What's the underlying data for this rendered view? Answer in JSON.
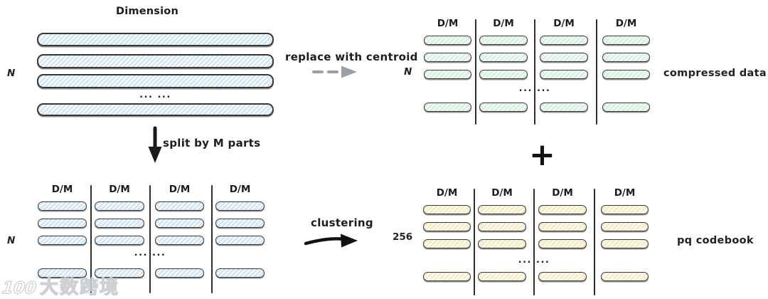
{
  "colors": {
    "ink": "#1c1c1c",
    "bar_outline": "#3a3733",
    "blue_bar_stripe": "#c3ddf1",
    "green_bar_stripe": "#cfecdb",
    "yellow_bar_stripe": "#f1e5ba",
    "gray_arrow": "#99a1a7"
  },
  "original": {
    "title": "Dimension",
    "row_label": "N",
    "ellipsis": "... ..."
  },
  "split_arrow": {
    "label": "split by M parts"
  },
  "subvectors": {
    "row_label": "N",
    "column_labels": [
      "D/M",
      "D/M",
      "D/M",
      "D/M"
    ],
    "ellipsis": "... ..."
  },
  "clustering_arrow": {
    "label": "clustering"
  },
  "replace_arrow": {
    "label": "replace with centroid"
  },
  "compressed": {
    "row_label": "N",
    "column_labels": [
      "D/M",
      "D/M",
      "D/M",
      "D/M"
    ],
    "ellipsis": "... ...",
    "caption": "compressed data"
  },
  "plus_sign": "+",
  "codebook": {
    "row_label": "256",
    "column_labels": [
      "D/M",
      "D/M",
      "D/M",
      "D/M"
    ],
    "ellipsis": "... ...",
    "caption": "pq codebook"
  },
  "watermark": {
    "logo": "100",
    "text": "大数跨境"
  }
}
